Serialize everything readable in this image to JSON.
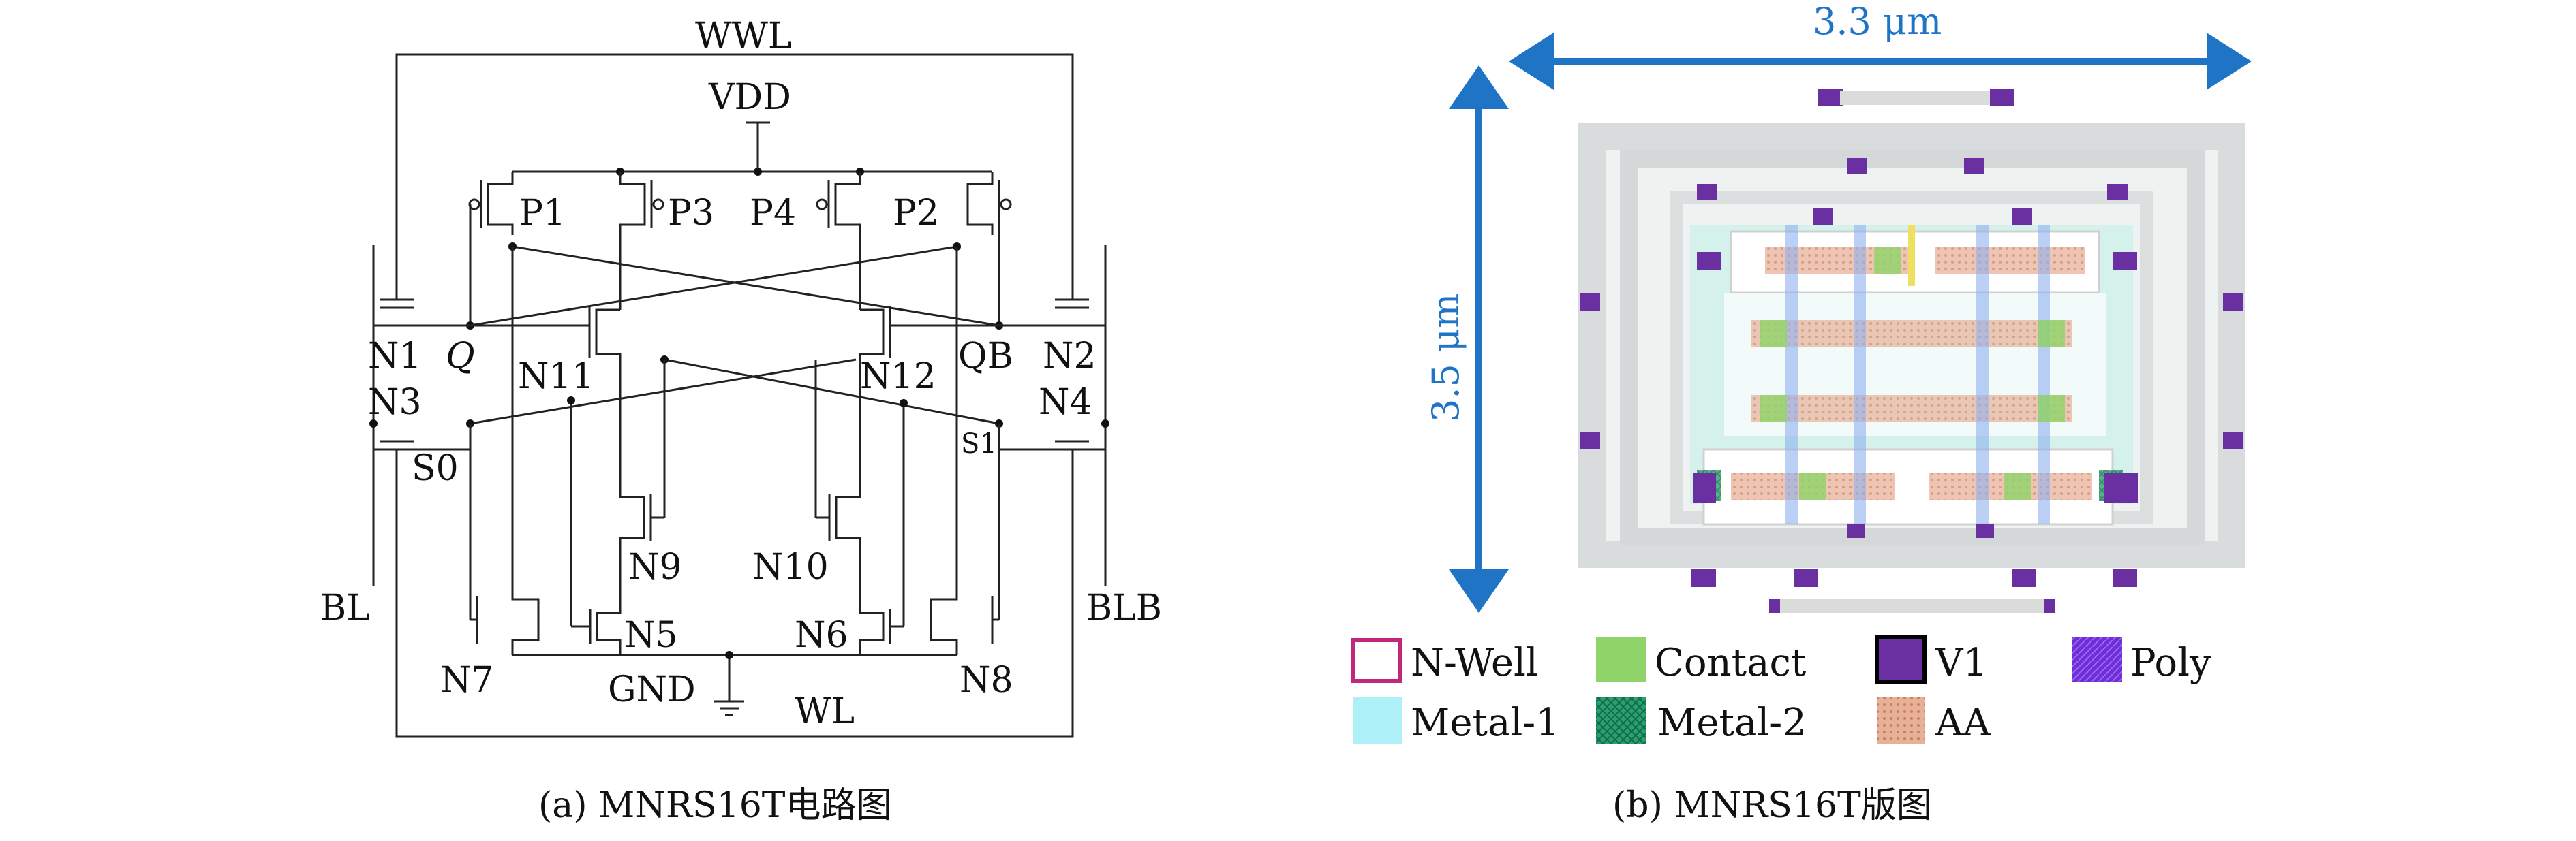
{
  "circuit": {
    "nets": {
      "wwl": "WWL",
      "vdd": "VDD",
      "gnd": "GND",
      "wl": "WL",
      "bl": "BL",
      "blb": "BLB",
      "q": "Q",
      "qb": "QB",
      "s0": "S0",
      "s1": "S1"
    },
    "transistors": {
      "p1": "P1",
      "p2": "P2",
      "p3": "P3",
      "p4": "P4",
      "n1": "N1",
      "n2": "N2",
      "n3": "N3",
      "n4": "N4",
      "n5": "N5",
      "n6": "N6",
      "n7": "N7",
      "n8": "N8",
      "n9": "N9",
      "n10": "N10",
      "n11": "N11",
      "n12": "N12"
    },
    "caption": "(a) MNRS16T电路图"
  },
  "layout": {
    "width_label": "3.3 μm",
    "height_label": "3.5 μm",
    "caption": "(b) MNRS16T版图",
    "arrow_color": "#1f74c6",
    "legend": [
      {
        "label": "N-Well",
        "color": "#c0287a"
      },
      {
        "label": "Contact",
        "color": "#8fd468"
      },
      {
        "label": "V1",
        "color": "#6a2fa0"
      },
      {
        "label": "Poly",
        "color": "#7a2ee0"
      },
      {
        "label": "Metal-1",
        "color": "#aef0f8"
      },
      {
        "label": "Metal-2",
        "color": "#1f9a66"
      },
      {
        "label": "AA",
        "color": "#e3a98a"
      }
    ]
  }
}
